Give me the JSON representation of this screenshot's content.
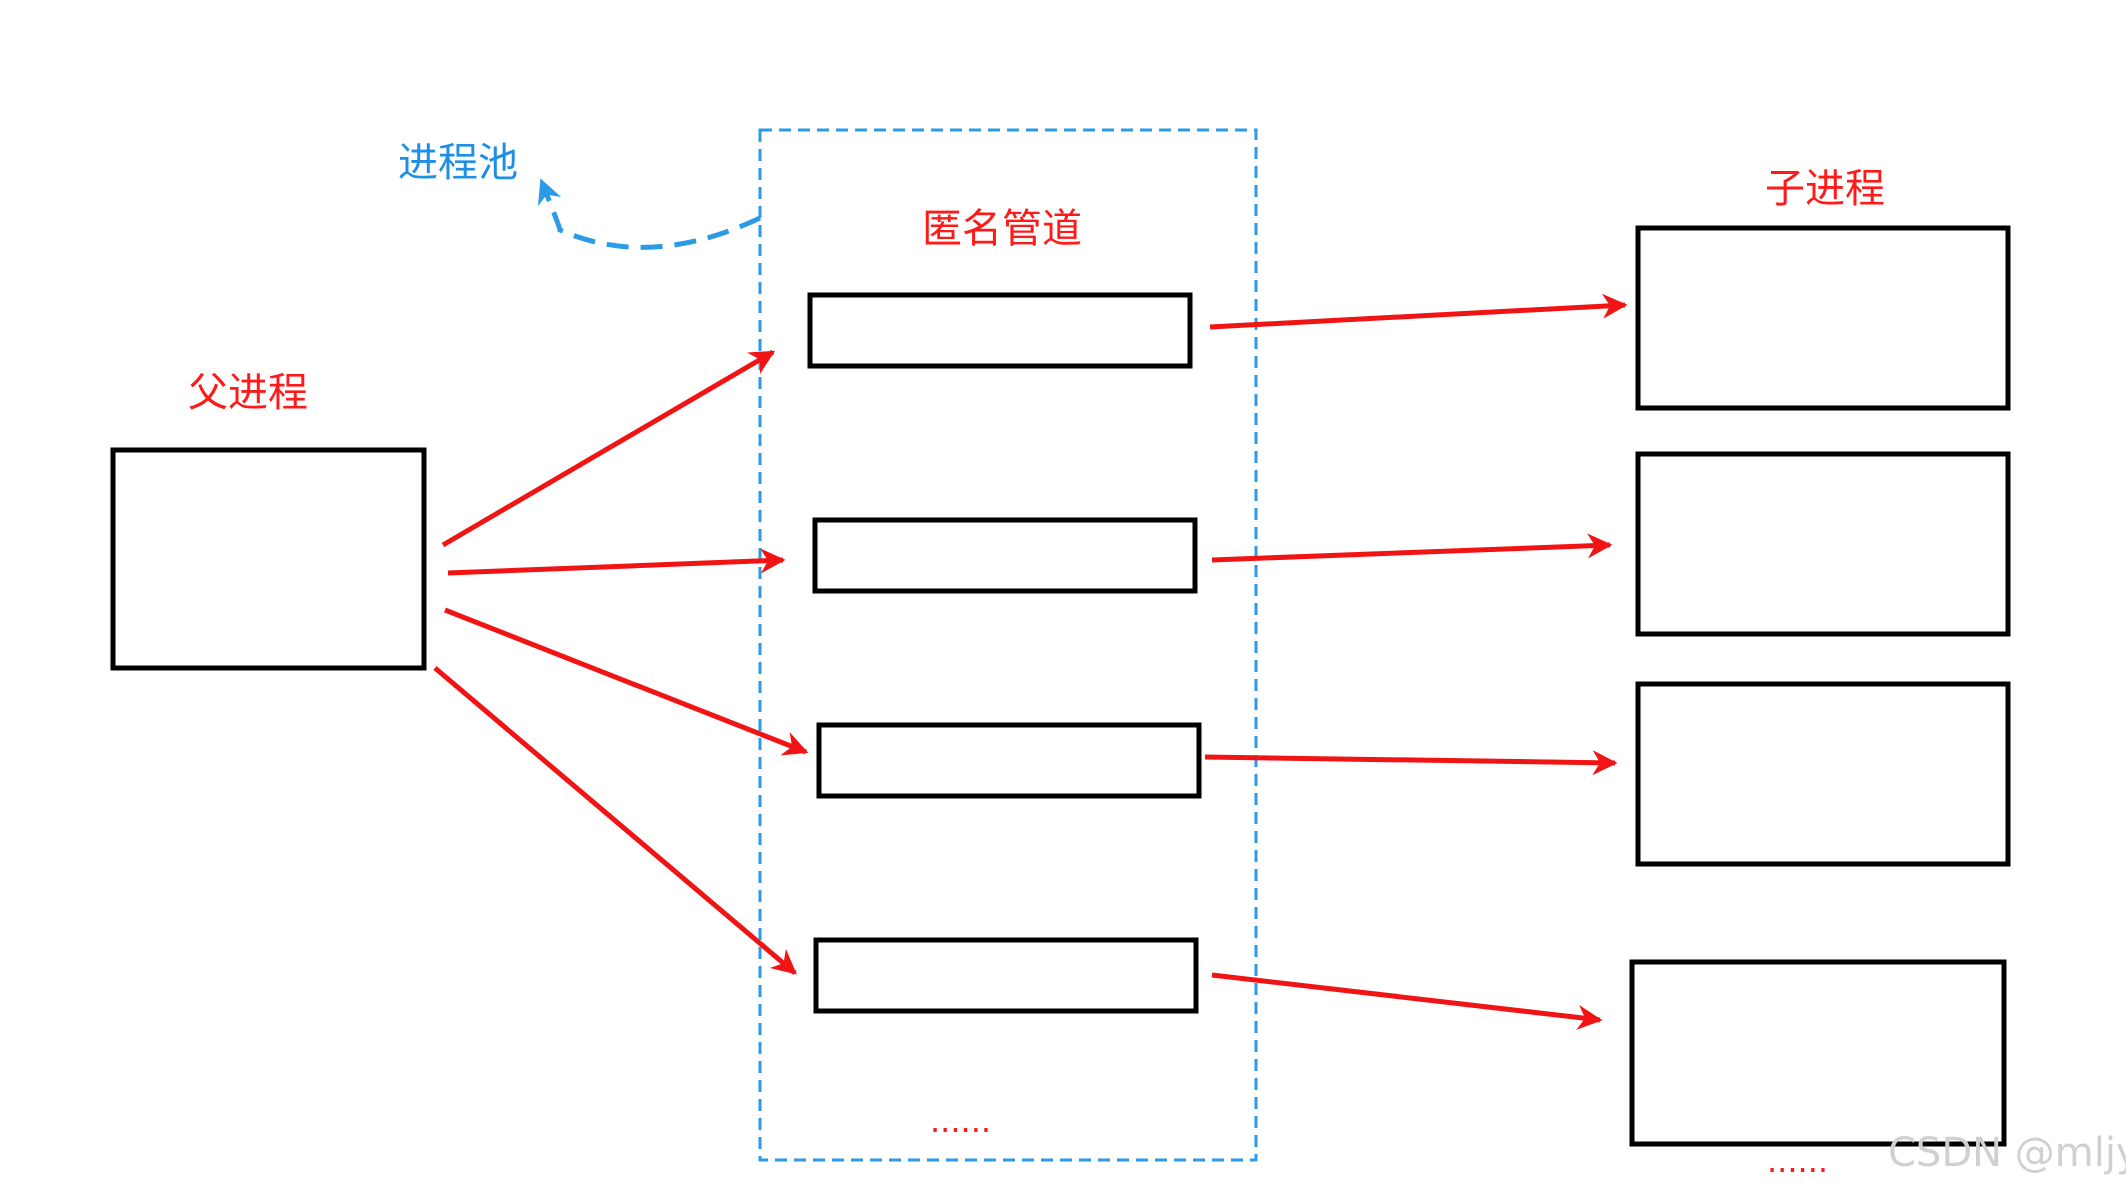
{
  "labels": {
    "parent_process": "父进程",
    "process_pool": "进程池",
    "anonymous_pipe": "匿名管道",
    "child_process": "子进程",
    "pipe_ellipsis": "......",
    "child_ellipsis": "......"
  },
  "watermark": "CSDN @mljy.",
  "colors": {
    "arrow": "#f01414",
    "label_red": "#ff1a1a",
    "label_blue": "#1f8fe5",
    "dashed_border": "#2b9be6",
    "box_stroke": "#000000"
  }
}
